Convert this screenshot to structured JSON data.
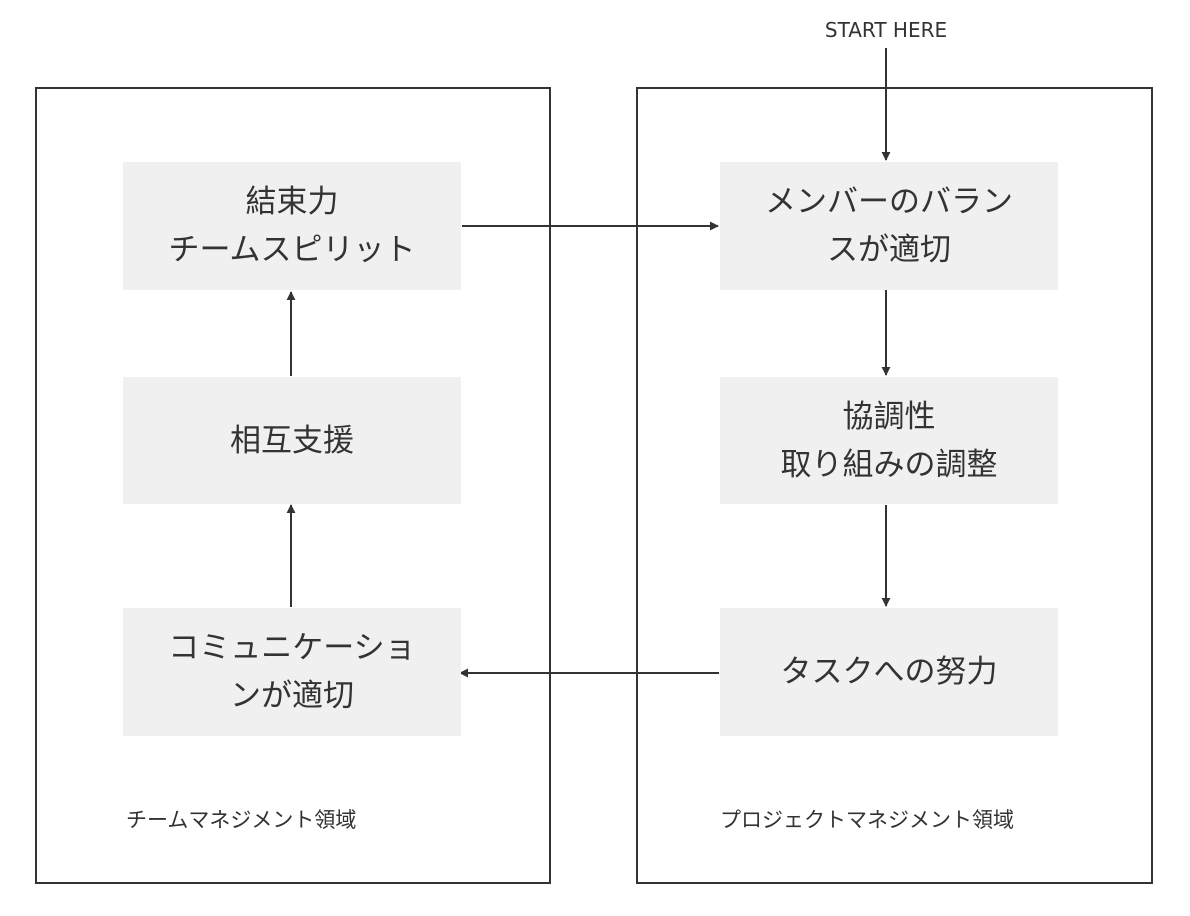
{
  "start_label": "START HERE",
  "regions": {
    "team": {
      "label": "チームマネジメント領域"
    },
    "project": {
      "label": "プロジェクトマネジメント領域"
    }
  },
  "nodes": {
    "cohesion": "結束力\nチームスピリット",
    "mutual_support": "相互支援",
    "communication": "コミュニケーショ\nンが適切",
    "member_balance": "メンバーのバラン\nスが適切",
    "coordination": "協調性\n取り組みの調整",
    "task_effort": "タスクへの努力"
  },
  "colors": {
    "node_fill": "#f0f0f0",
    "line": "#333333"
  }
}
